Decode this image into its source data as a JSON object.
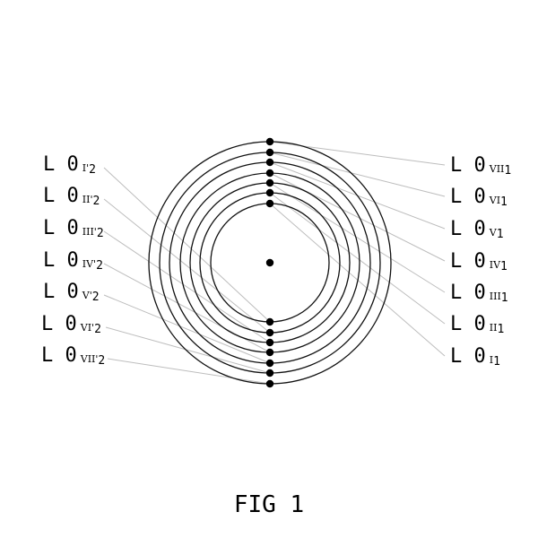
{
  "figure": {
    "caption": "FIG 1"
  },
  "labels_left": [
    {
      "main": "L 0",
      "sub": "I'",
      "idx": "2"
    },
    {
      "main": "L 0",
      "sub": "II'",
      "idx": "2"
    },
    {
      "main": "L 0",
      "sub": "III'",
      "idx": "2"
    },
    {
      "main": "L 0",
      "sub": "IV'",
      "idx": "2"
    },
    {
      "main": "L 0",
      "sub": "V'",
      "idx": "2"
    },
    {
      "main": "L 0",
      "sub": "VI'",
      "idx": "2"
    },
    {
      "main": "L 0",
      "sub": "VII'",
      "idx": "2"
    }
  ],
  "labels_right": [
    {
      "main": "L 0",
      "sub": "VII",
      "idx": "1"
    },
    {
      "main": "L 0",
      "sub": "VI",
      "idx": "1"
    },
    {
      "main": "L 0",
      "sub": "V",
      "idx": "1"
    },
    {
      "main": "L 0",
      "sub": "IV",
      "idx": "1"
    },
    {
      "main": "L 0",
      "sub": "III",
      "idx": "1"
    },
    {
      "main": "L 0",
      "sub": "II",
      "idx": "1"
    },
    {
      "main": "L 0",
      "sub": "I",
      "idx": "1"
    }
  ]
}
